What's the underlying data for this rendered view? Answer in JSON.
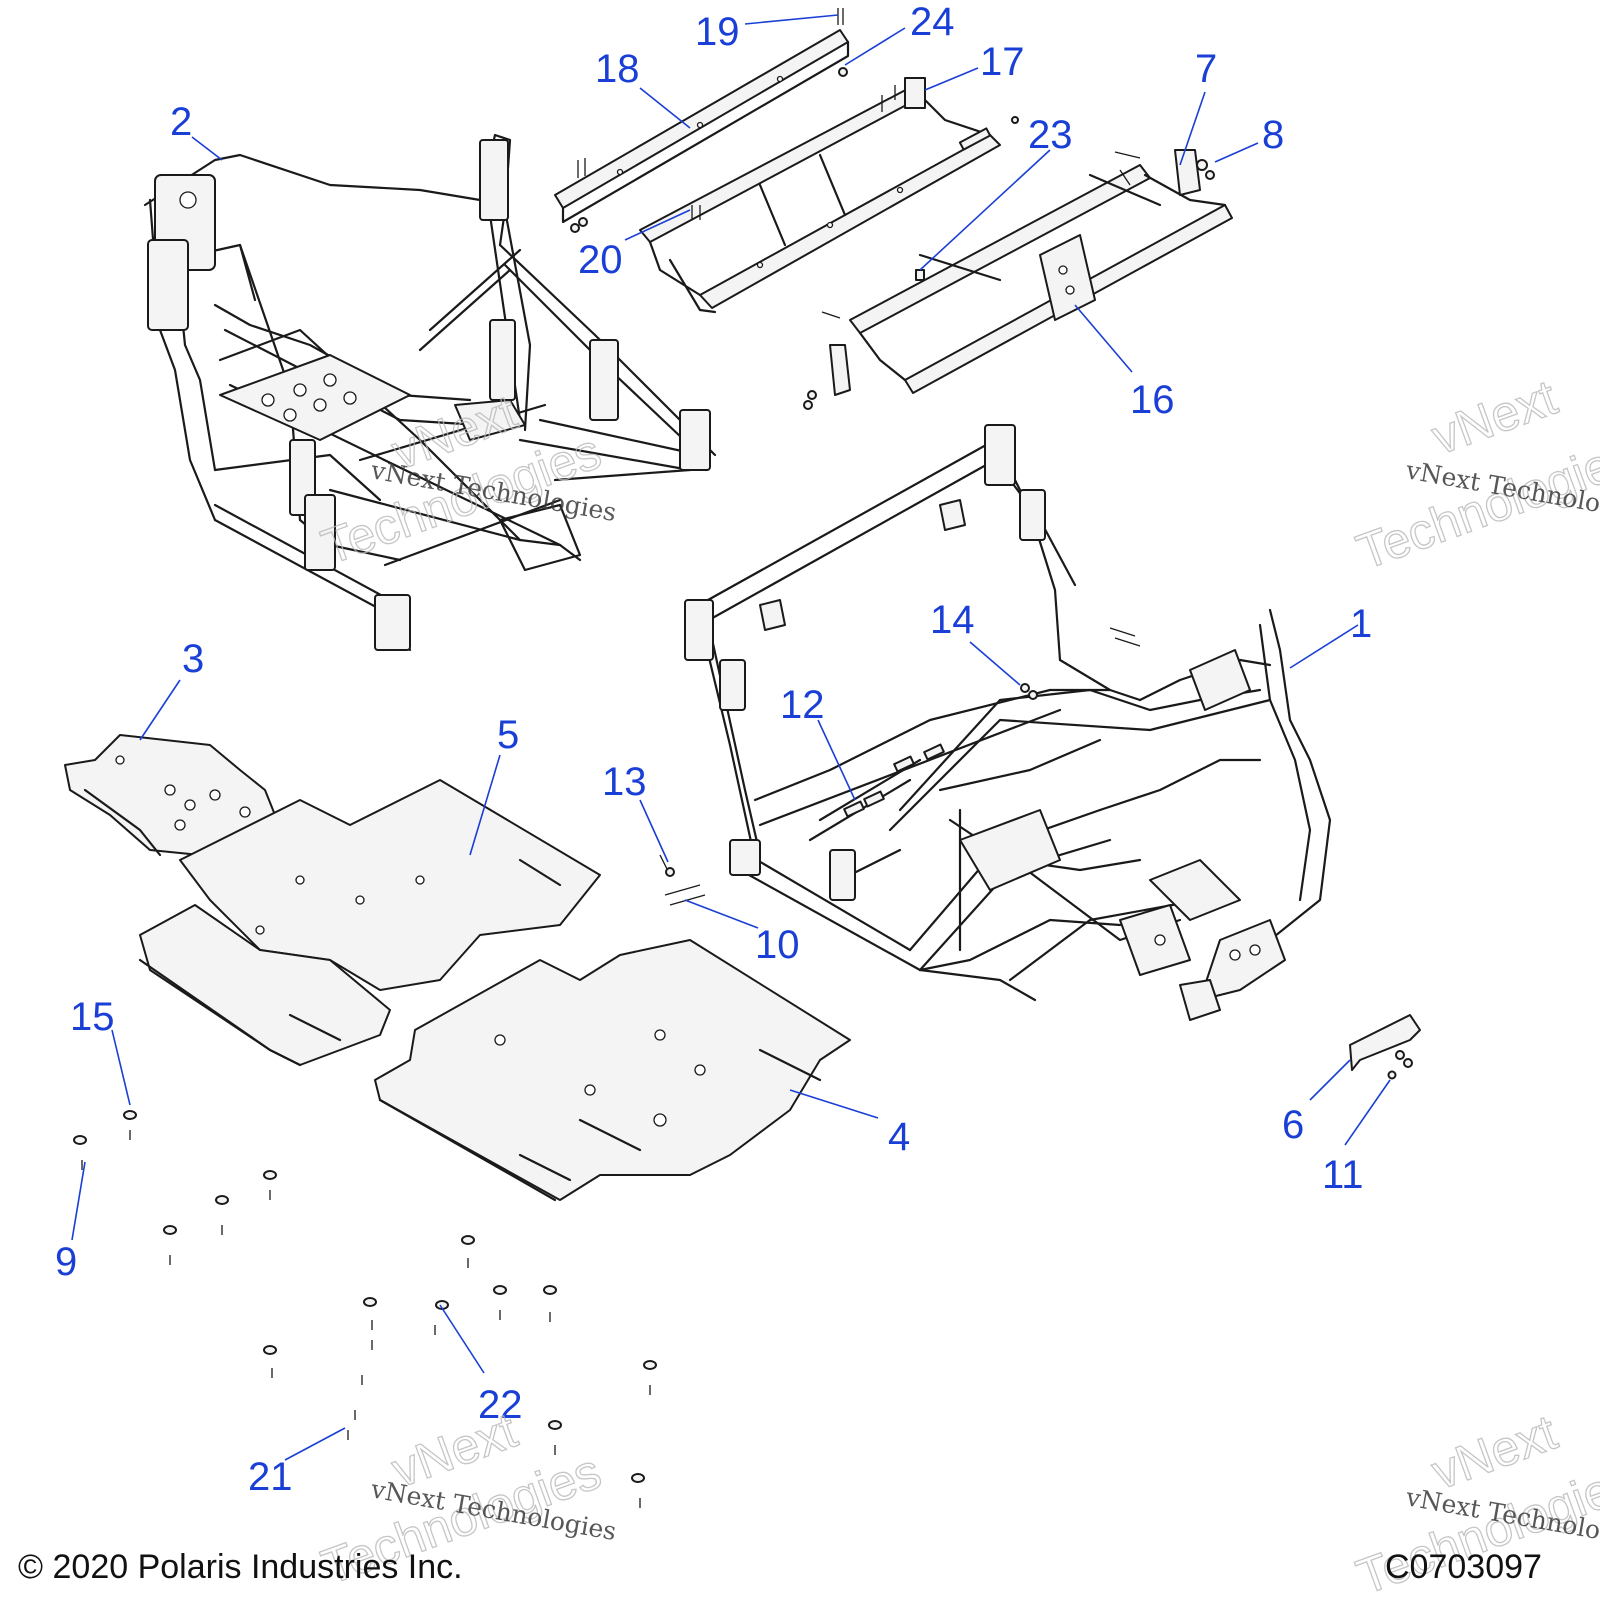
{
  "watermark": {
    "text_small": "vNext Technologies",
    "text_big_line1": "vNext",
    "text_big_line2": "Technologies"
  },
  "footer": {
    "copyright": "© 2020 Polaris Industries Inc.",
    "figure_code": "C0703097"
  },
  "callouts": {
    "c1": "1",
    "c2": "2",
    "c3": "3",
    "c4": "4",
    "c5": "5",
    "c6": "6",
    "c7": "7",
    "c8": "8",
    "c9": "9",
    "c10": "10",
    "c11": "11",
    "c12": "12",
    "c13": "13",
    "c14": "14",
    "c15": "15",
    "c16": "16",
    "c17": "17",
    "c18": "18",
    "c19": "19",
    "c20": "20",
    "c21": "21",
    "c22": "22",
    "c23": "23",
    "c24": "24"
  },
  "colors": {
    "callout": "#1a3fd6",
    "linework": "#1a1a1a"
  }
}
